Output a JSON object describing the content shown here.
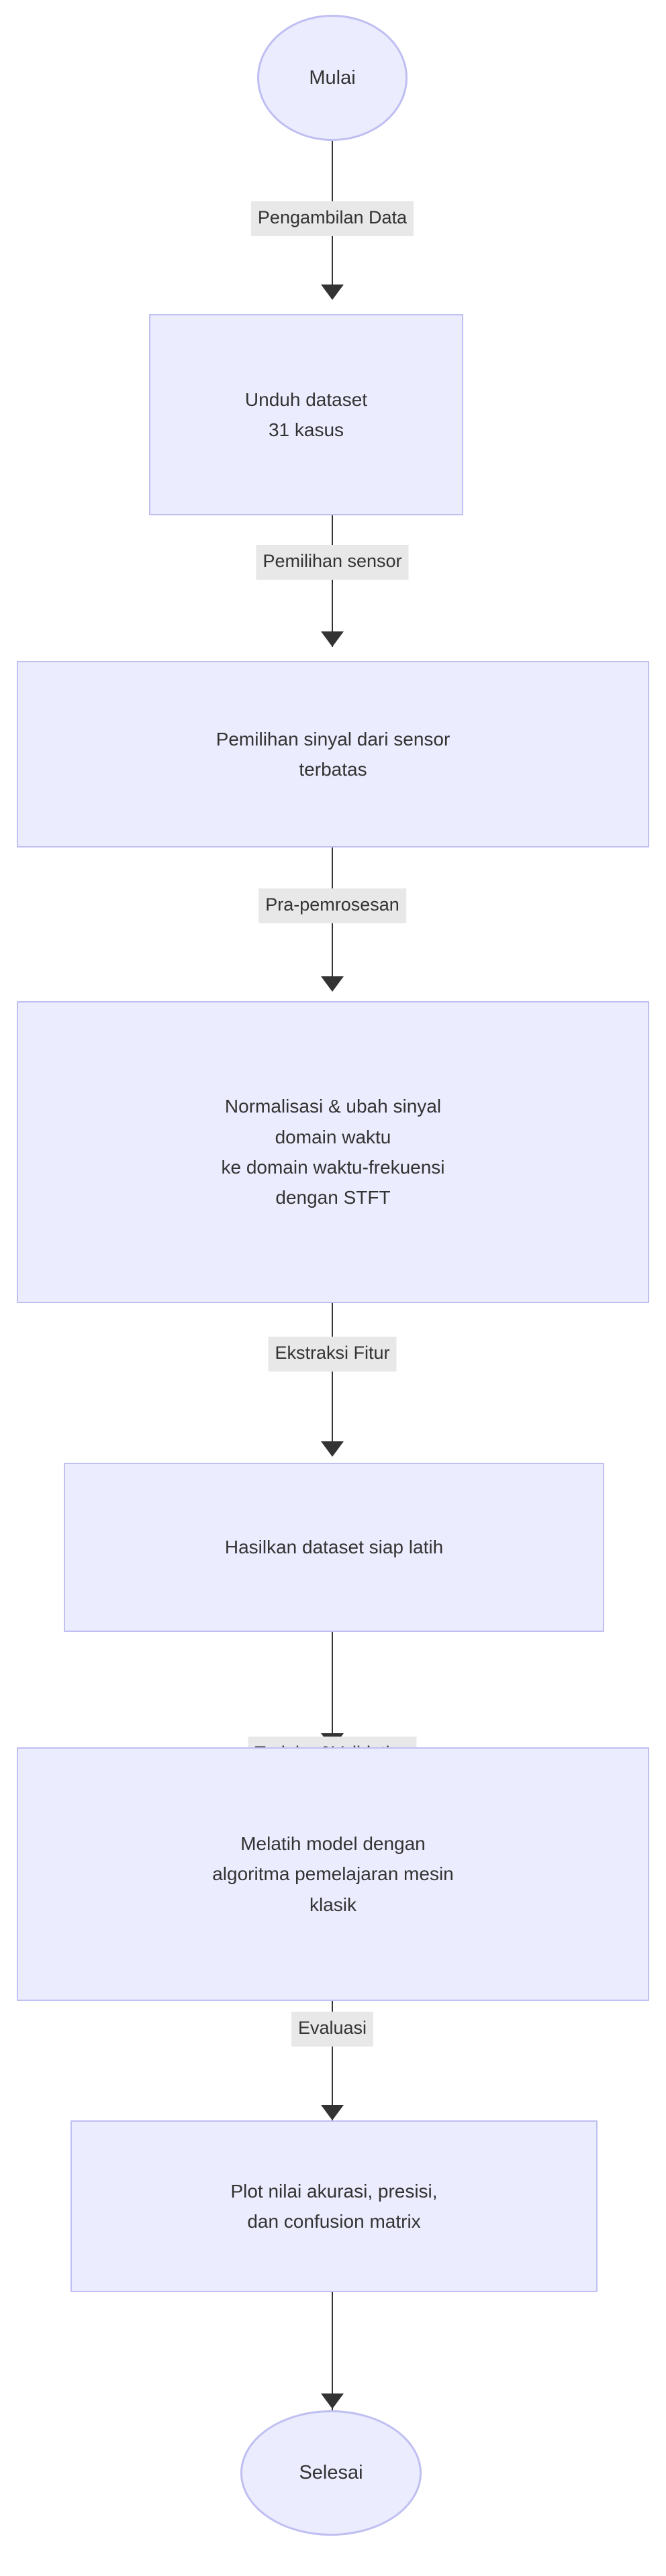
{
  "diagram": {
    "type": "flowchart",
    "direction": "top-to-bottom",
    "language": "Indonesian",
    "theme": {
      "node_fill": "#ECECFF",
      "node_border": "#BFBFF2",
      "edge_color": "#333333",
      "edge_label_bg": "#E8E8E8",
      "text_color": "#333333",
      "canvas_bg": "#FFFFFF"
    }
  },
  "nodes": {
    "start": {
      "shape": "ellipse",
      "label": "Mulai"
    },
    "download": {
      "shape": "rect",
      "line1": "Unduh dataset",
      "line2": "31 kasus"
    },
    "signal_selection": {
      "shape": "rect",
      "line1": "Pemilihan sinyal dari sensor",
      "line2": "terbatas"
    },
    "preprocess": {
      "shape": "rect",
      "line1": "Normalisasi & ubah sinyal",
      "line2": "domain waktu",
      "line3": "ke domain waktu-frekuensi",
      "line4": "dengan STFT"
    },
    "dataset_ready": {
      "shape": "rect",
      "line1": "Hasilkan dataset siap latih"
    },
    "train": {
      "shape": "rect",
      "line1": "Melatih model dengan",
      "line2": "algoritma pemelajaran mesin",
      "line3": "klasik"
    },
    "plot": {
      "shape": "rect",
      "line1": "Plot nilai akurasi, presisi,",
      "line2": "dan confusion matrix"
    },
    "end": {
      "shape": "ellipse",
      "label": "Selesai"
    }
  },
  "edges": [
    {
      "from": "start",
      "to": "download",
      "label": "Pengambilan Data"
    },
    {
      "from": "download",
      "to": "signal_selection",
      "label": "Pemilihan sensor"
    },
    {
      "from": "signal_selection",
      "to": "preprocess",
      "label": "Pra-pemrosesan"
    },
    {
      "from": "preprocess",
      "to": "dataset_ready",
      "label": "Ekstraksi Fitur"
    },
    {
      "from": "dataset_ready",
      "to": "train",
      "label": "Training&Validation"
    },
    {
      "from": "train",
      "to": "plot",
      "label": "Evaluasi"
    },
    {
      "from": "plot",
      "to": "end",
      "label": ""
    }
  ]
}
